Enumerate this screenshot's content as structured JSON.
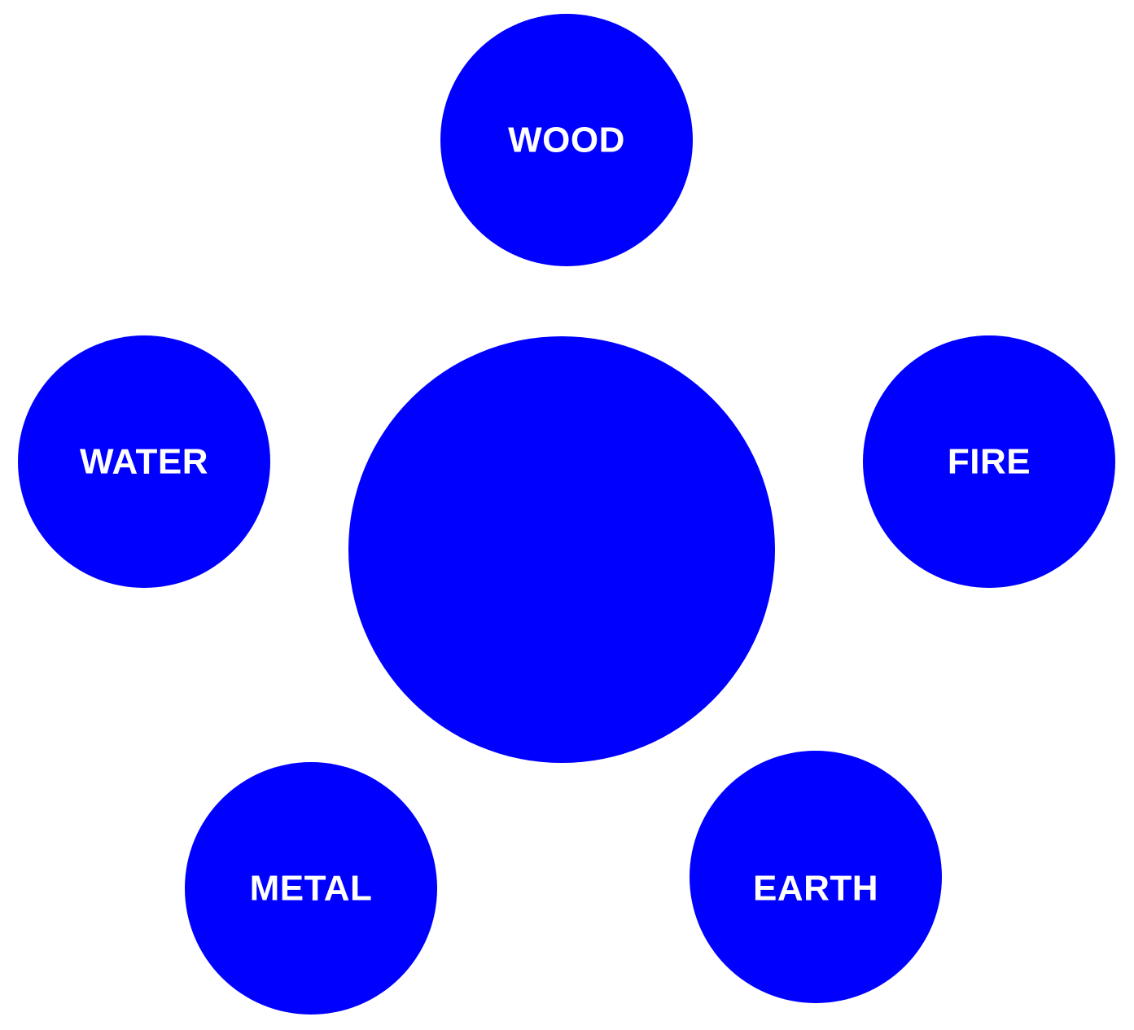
{
  "colors": {
    "background": "#ffffff",
    "node_fill": "#0000ff",
    "label_text": "#ffffff"
  },
  "diagram": {
    "center": {
      "label": ""
    },
    "elements": [
      {
        "id": "wood",
        "label": "WOOD"
      },
      {
        "id": "water",
        "label": "WATER"
      },
      {
        "id": "fire",
        "label": "FIRE"
      },
      {
        "id": "metal",
        "label": "METAL"
      },
      {
        "id": "earth",
        "label": "EARTH"
      }
    ]
  }
}
